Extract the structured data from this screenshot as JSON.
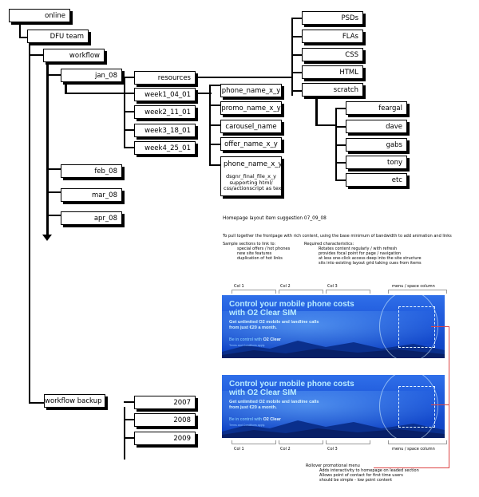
{
  "tree": {
    "root": "online",
    "team": "DFU team",
    "workflow": "workflow",
    "weeks_folders": [
      "jan_08",
      "feb_08",
      "mar_08",
      "apr_08"
    ],
    "resources": "resources",
    "resource_items": [
      "PSDs",
      "FLAs",
      "CSS",
      "HTML",
      "scratch"
    ],
    "scratch_items": [
      "feargal",
      "dave",
      "gabs",
      "tony",
      "etc"
    ],
    "weeks": [
      "week1_04_01",
      "week2_11_01",
      "week3_18_01",
      "week4_25_01"
    ],
    "files": [
      "phone_name_x_y",
      "promo_name_x_y",
      "carousel_name",
      "offer_name_x_y"
    ],
    "final_box": {
      "title": "phone_name_x_y",
      "note": [
        "dsgnr_final_file_x_y",
        "supporting html/",
        "css/actionscript as text"
      ]
    },
    "backup": "workflow backup",
    "backup_items": [
      "2007",
      "2008",
      "2009"
    ]
  },
  "homepage": {
    "title": "Homepage layout item suggestion 07_09_08",
    "intro": "To pull together the frontpage with rich content, using the base minimum of bandwidth to add animation and links",
    "left_list": [
      "Sample sections to link to:",
      "special offers / hot phones",
      "new site features",
      "duplication of hot links"
    ],
    "right_list": [
      "Required characteristics:",
      "Rotates content regularly / with refresh",
      "provides focal point for page / navigation",
      "at less one-click access deep into the site structure",
      "sits into existing layout grid taking cues from items"
    ],
    "col_labels": [
      "Col 1",
      "Col 2",
      "Col 3",
      "menu / space column"
    ],
    "banner": {
      "headline": [
        "Control your mobile phone costs",
        "with O2 Clear SIM"
      ],
      "sub": [
        "Get unlimited O2 mobile and landline calls",
        "from just €20 a month."
      ],
      "cta_prefix": "Be in control with",
      "cta_strong": "O2 Clear",
      "terms": "Terms and Conditions apply."
    },
    "rollover": [
      "Rollover promotional menu",
      "Adds interactivity to homepage on leaded section",
      "Allows point of contact for first time users",
      "should be simple - low point content"
    ]
  }
}
